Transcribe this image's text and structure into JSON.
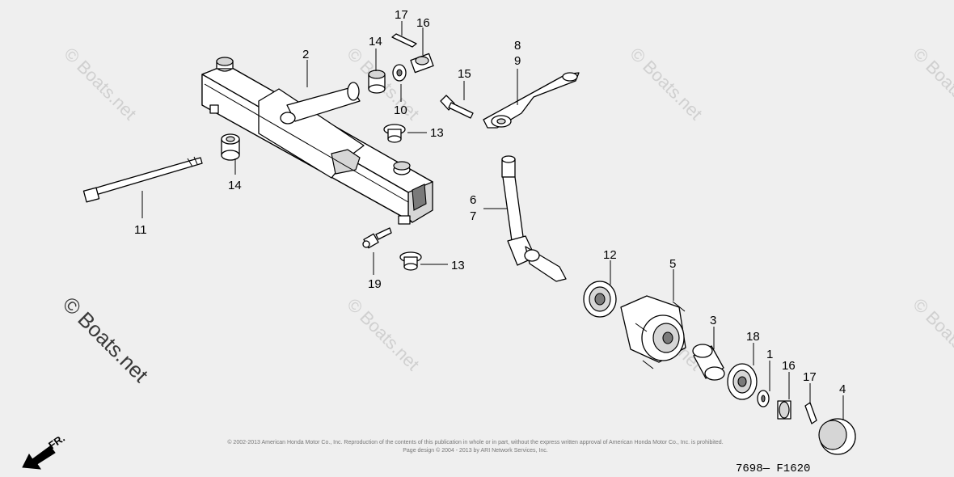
{
  "callouts": {
    "n1": "1",
    "n2": "2",
    "n3": "3",
    "n4": "4",
    "n5": "5",
    "n6": "6",
    "n7": "7",
    "n8": "8",
    "n9": "9",
    "n10": "10",
    "n11": "11",
    "n12": "12",
    "n13a": "13",
    "n13b": "13",
    "n14a": "14",
    "n14b": "14",
    "n15": "15",
    "n16a": "16",
    "n16b": "16",
    "n17a": "17",
    "n17b": "17",
    "n18": "18",
    "n19": "19"
  },
  "watermark": {
    "text": "© Boats.net"
  },
  "copyright": {
    "line1": "© 2002-2013 American Honda Motor Co., Inc. Reproduction of the contents of this publication in whole or in part, without the express written approval of American Honda Motor Co., Inc. is prohibited.",
    "line2": "Page design © 2004 - 2013 by ARI Network Services, Inc."
  },
  "figure_code": "7698— F1620",
  "direction_label": "FR.",
  "colors": {
    "background": "#efefef",
    "ink": "#000000",
    "watermark": "#d0d0d0"
  }
}
